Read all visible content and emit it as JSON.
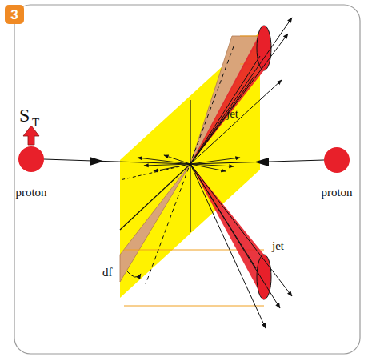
{
  "diagram": {
    "labels": [
      "3",
      "S",
      "T",
      "proton",
      "proton",
      "jet",
      "jet",
      "df"
    ]
  }
}
